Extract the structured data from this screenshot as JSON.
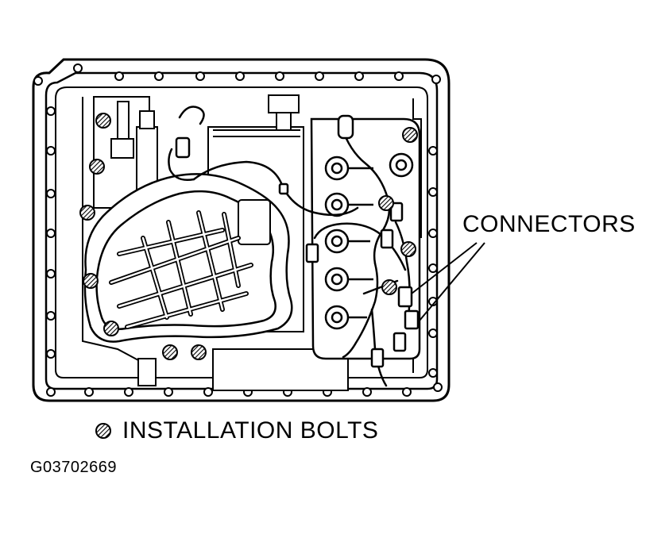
{
  "labels": {
    "connectors": "CONNECTORS",
    "legend": "INSTALLATION BOLTS",
    "figure_id": "G03702669"
  },
  "legend_symbol": "installation-bolt-symbol",
  "colors": {
    "line": "#000000",
    "background": "#ffffff"
  }
}
